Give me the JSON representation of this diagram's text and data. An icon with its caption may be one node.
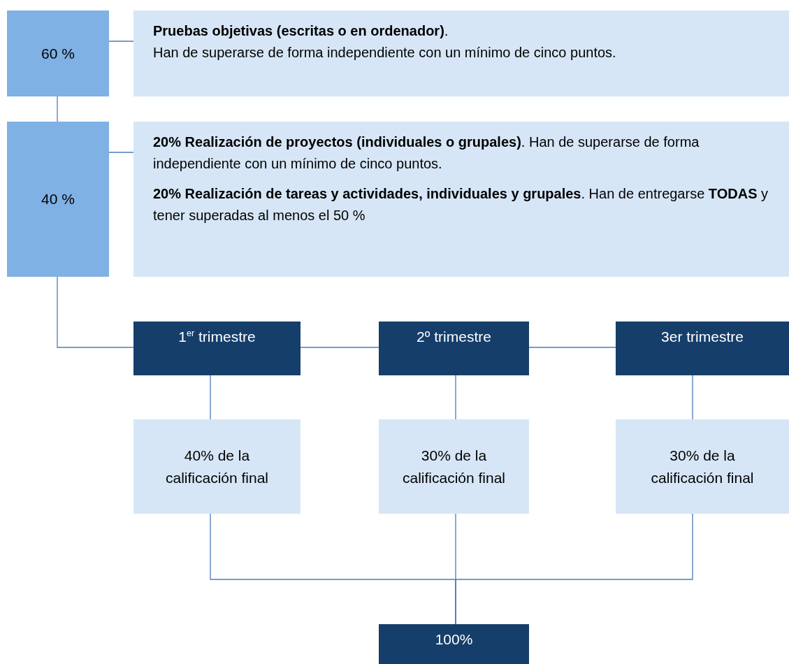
{
  "diagram": {
    "nodes": [
      {
        "text": [
          "60 %"
        ]
      },
      {
        "text": [
          "**Pruebas objetivas (escritas o en ordenador)**.",
          "Han de superarse de forma independiente con un mínimo de cinco puntos."
        ]
      },
      {
        "text": [
          "40 %"
        ]
      },
      {
        "text": [
          "**20% Realización de proyectos (individuales o grupales)**. Han de superarse de forma independiente con un mínimo de cinco puntos.",
          "**20% Realización de tareas y actividades, individuales y grupales**.  Han de entregarse **TODAS** y tener superadas al menos el 50 %"
        ]
      },
      {
        "text": [
          "1$^{er}$ trimestre"
        ]
      },
      {
        "text": [
          "2º trimestre"
        ]
      },
      {
        "text": [
          "3er trimestre"
        ]
      },
      {
        "text": [
          "40% de la calificación final"
        ]
      },
      {
        "text": [
          "30% de la calificación final"
        ]
      },
      {
        "text": [
          "30% de la calificación final"
        ]
      },
      {
        "text": [
          "100%"
        ]
      }
    ],
    "edges": [
      {
        "from": 0,
        "to": 1,
        "arrow": "none"
      },
      {
        "from": 0,
        "to": 2,
        "arrow": "none"
      },
      {
        "from": 2,
        "to": 3,
        "arrow": "none"
      },
      {
        "from": 2,
        "to": 4,
        "arrow": "none"
      },
      {
        "from": 4,
        "to": 5,
        "arrow": "none"
      },
      {
        "from": 5,
        "to": 6,
        "arrow": "none"
      },
      {
        "from": 4,
        "to": 7,
        "arrow": "none"
      },
      {
        "from": 5,
        "to": 8,
        "arrow": "none"
      },
      {
        "from": 6,
        "to": 9,
        "arrow": "none"
      },
      {
        "from": 7,
        "to": 10,
        "arrow": "none"
      },
      {
        "from": 8,
        "to": 10,
        "arrow": "none"
      },
      {
        "from": 9,
        "to": 10,
        "arrow": "none"
      }
    ]
  }
}
